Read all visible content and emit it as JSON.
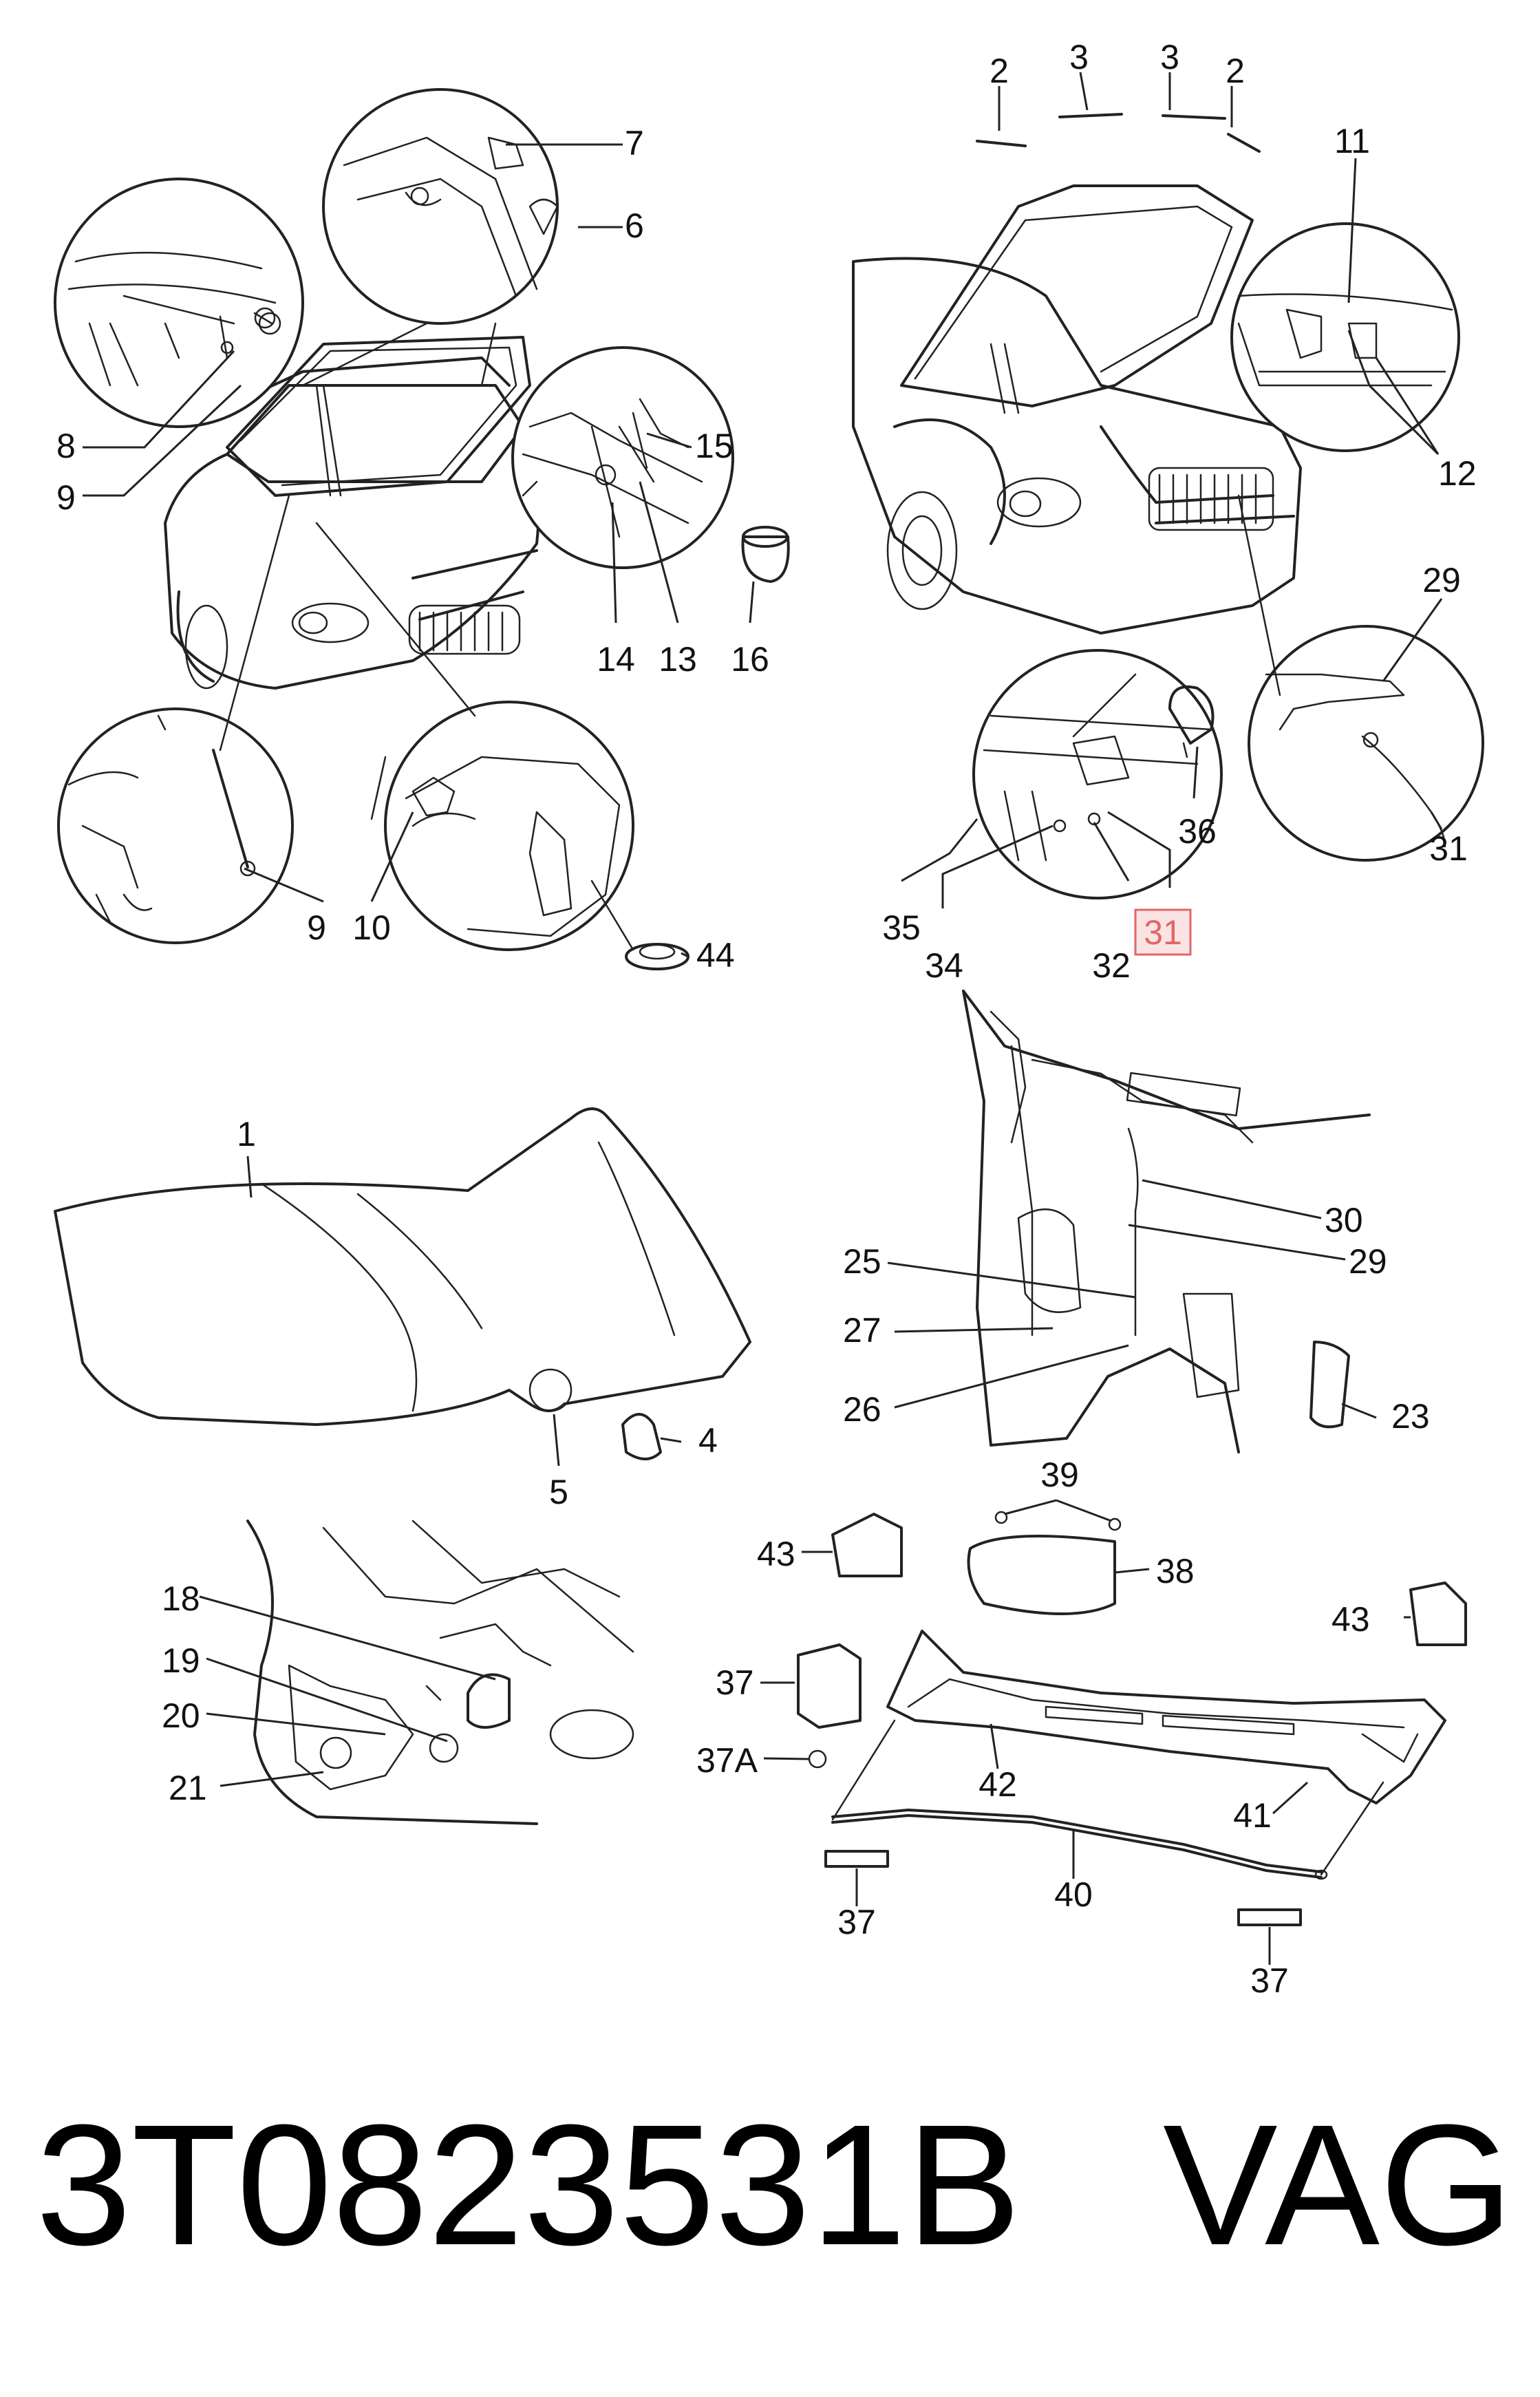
{
  "callouts": {
    "c1": "1",
    "c2a": "2",
    "c2b": "2",
    "c3a": "3",
    "c3b": "3",
    "c4": "4",
    "c5": "5",
    "c6": "6",
    "c7": "7",
    "c8": "8",
    "c9a": "9",
    "c9b": "9",
    "c10": "10",
    "c11": "11",
    "c12": "12",
    "c13": "13",
    "c14": "14",
    "c15": "15",
    "c16": "16",
    "c18": "18",
    "c19": "19",
    "c20": "20",
    "c21": "21",
    "c23": "23",
    "c25": "25",
    "c26": "26",
    "c27": "27",
    "c29a": "29",
    "c29b": "29",
    "c30": "30",
    "c31a": "31",
    "c31b": "31",
    "c32": "32",
    "c34": "34",
    "c35": "35",
    "c36": "36",
    "c37a": "37",
    "c37b": "37",
    "c37c": "37",
    "c37A": "37A",
    "c38": "38",
    "c39": "39",
    "c40": "40",
    "c41": "41",
    "c42": "42",
    "c43a": "43",
    "c43b": "43",
    "c44": "44"
  },
  "highlight": {
    "callout": "31",
    "color": "#e06767"
  },
  "footer": {
    "part_number": "3T0823531B",
    "brand": "VAG"
  }
}
